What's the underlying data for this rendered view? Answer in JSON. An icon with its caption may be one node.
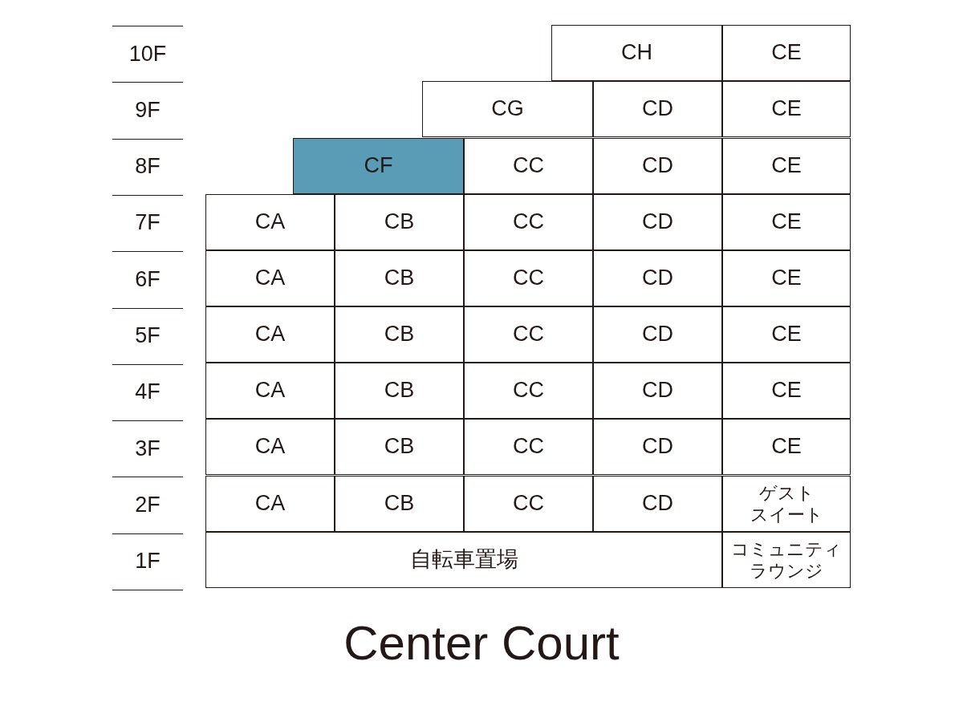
{
  "diagram": {
    "title": "Center Court",
    "nodes": [
      {
        "text": [
          "CH"
        ]
      },
      {
        "text": [
          "CE"
        ]
      },
      {
        "text": [
          "CG"
        ]
      },
      {
        "text": [
          "CD"
        ]
      },
      {
        "text": [
          "CE"
        ]
      },
      {
        "text": [
          "CF"
        ]
      },
      {
        "text": [
          "CC"
        ]
      },
      {
        "text": [
          "CD"
        ]
      },
      {
        "text": [
          "CE"
        ]
      },
      {
        "text": [
          "CA"
        ]
      },
      {
        "text": [
          "CB"
        ]
      },
      {
        "text": [
          "CC"
        ]
      },
      {
        "text": [
          "CD"
        ]
      },
      {
        "text": [
          "CE"
        ]
      },
      {
        "text": [
          "CA"
        ]
      },
      {
        "text": [
          "CB"
        ]
      },
      {
        "text": [
          "CC"
        ]
      },
      {
        "text": [
          "CD"
        ]
      },
      {
        "text": [
          "CE"
        ]
      },
      {
        "text": [
          "CA"
        ]
      },
      {
        "text": [
          "CB"
        ]
      },
      {
        "text": [
          "CC"
        ]
      },
      {
        "text": [
          "CD"
        ]
      },
      {
        "text": [
          "CE"
        ]
      },
      {
        "text": [
          "CA"
        ]
      },
      {
        "text": [
          "CB"
        ]
      },
      {
        "text": [
          "CC"
        ]
      },
      {
        "text": [
          "CD"
        ]
      },
      {
        "text": [
          "CE"
        ]
      },
      {
        "text": [
          "CA"
        ]
      },
      {
        "text": [
          "CB"
        ]
      },
      {
        "text": [
          "CC"
        ]
      },
      {
        "text": [
          "CD"
        ]
      },
      {
        "text": [
          "CE"
        ]
      },
      {
        "text": [
          "CA"
        ]
      },
      {
        "text": [
          "CB"
        ]
      },
      {
        "text": [
          "CC"
        ]
      },
      {
        "text": [
          "CD"
        ]
      },
      {
        "text": [
          "ゲストスイート"
        ]
      },
      {
        "text": [
          "自転車置場"
        ]
      },
      {
        "text": [
          "コミュニティラウンジ"
        ]
      }
    ],
    "labels": [
      "10F",
      "9F",
      "8F",
      "7F",
      "6F",
      "5F",
      "4F",
      "3F",
      "2F",
      "1F"
    ]
  }
}
